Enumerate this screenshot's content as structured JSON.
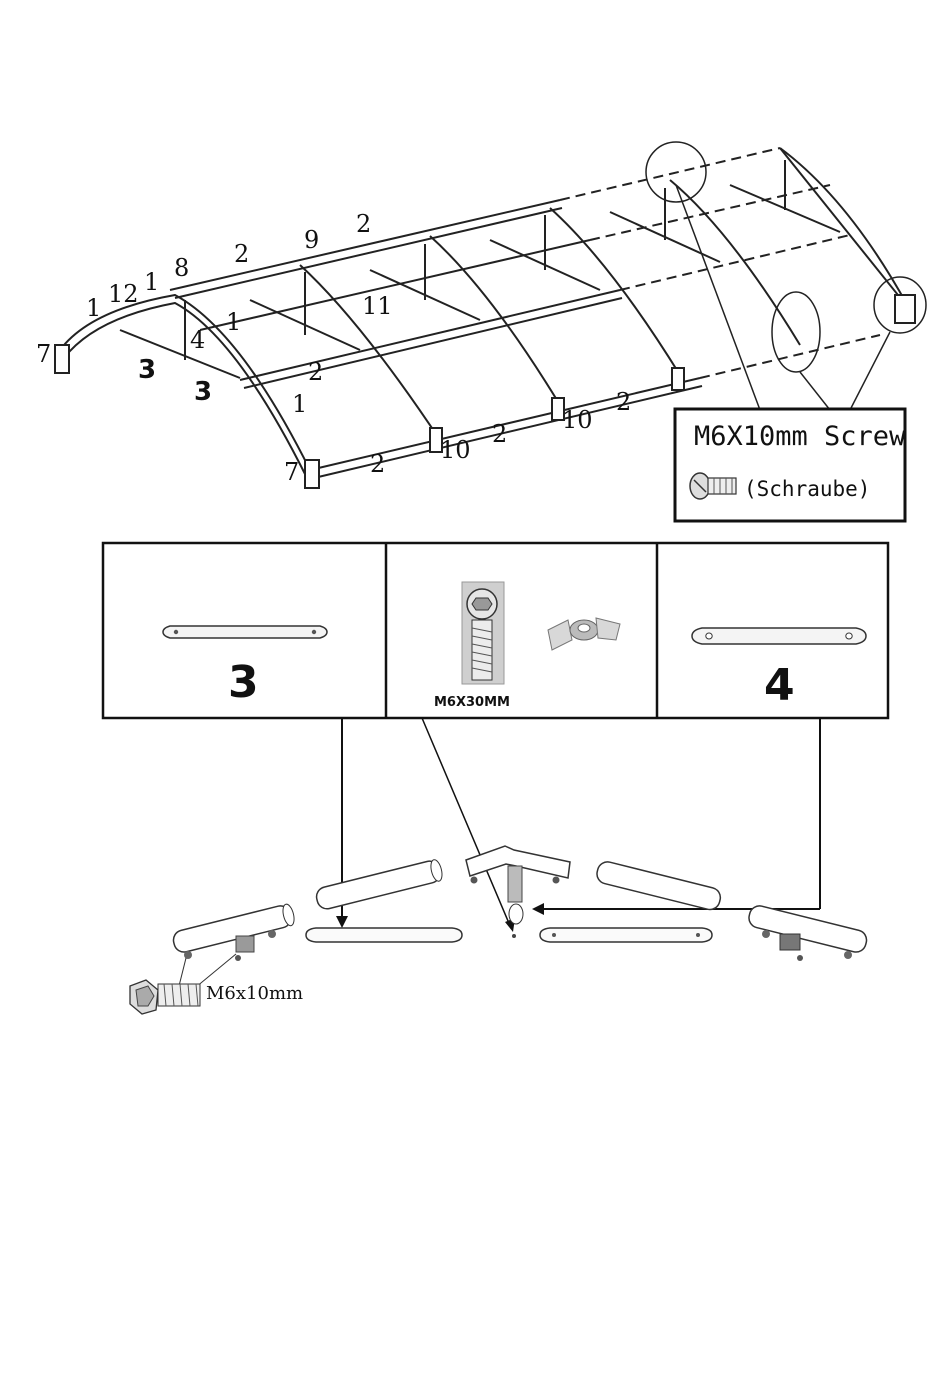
{
  "frame_labels": {
    "l1": "7",
    "l2": "1",
    "l3": "12",
    "l4": "1",
    "l5": "8",
    "l6": "2",
    "l7": "9",
    "l8": "2",
    "l9": "4",
    "l10": "3",
    "l11": "1",
    "l12": "11",
    "l13": "3",
    "l14": "2",
    "l15": "1",
    "l16": "7",
    "l17": "2",
    "l18": "10",
    "l19": "2",
    "l20": "10",
    "l21": "2"
  },
  "screw_callout": {
    "title": "M6X10mm Screw",
    "subtitle": "(Schraube)"
  },
  "parts_table": {
    "part_3_label": "3",
    "bolt_label": "M6X30MM",
    "part_4_label": "4"
  },
  "ridge_detail": {
    "screw_label": "M6x10mm"
  }
}
